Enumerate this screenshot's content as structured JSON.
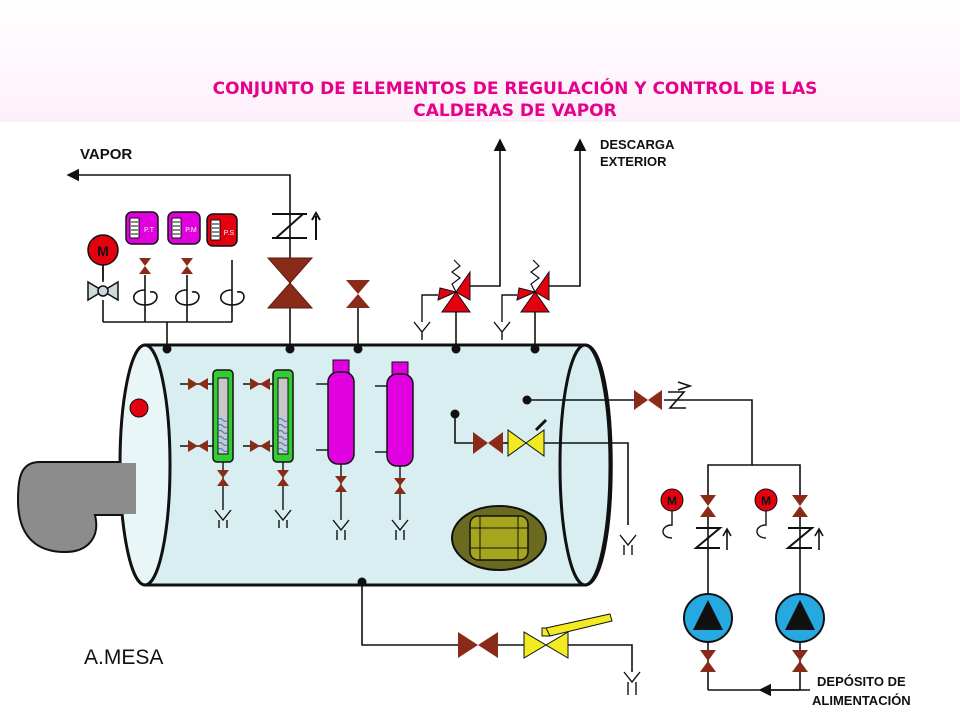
{
  "title": {
    "line1": "CONJUNTO DE ELEMENTOS DE REGULACIÓN Y CONTROL DE LAS",
    "line2": "CALDERAS DE VAPOR"
  },
  "labels": {
    "vapor": "VAPOR",
    "descarga_line1": "DESCARGA",
    "descarga_line2": "EXTERIOR",
    "author": "A.MESA",
    "deposito_line1": "DEPÓSITO DE",
    "deposito_line2": "ALIMENTACIÓN"
  },
  "instruments": {
    "motor": "M",
    "pt": "P.T",
    "pm": "P.M",
    "ps": "P.S"
  },
  "colors": {
    "title": "#e6008c",
    "boiler_body": "#d8eef0",
    "valve": "#8a2b1a",
    "safety_valve": "#e3000f",
    "instrument_magenta": "#e000e0",
    "instrument_red": "#e3000f",
    "sight_glass_frame": "#33cc33",
    "solenoid_valve": "#f2ea22",
    "pump": "#26a9e0",
    "manhole": "#6b6b1f",
    "burner": "#8c8c8c"
  }
}
